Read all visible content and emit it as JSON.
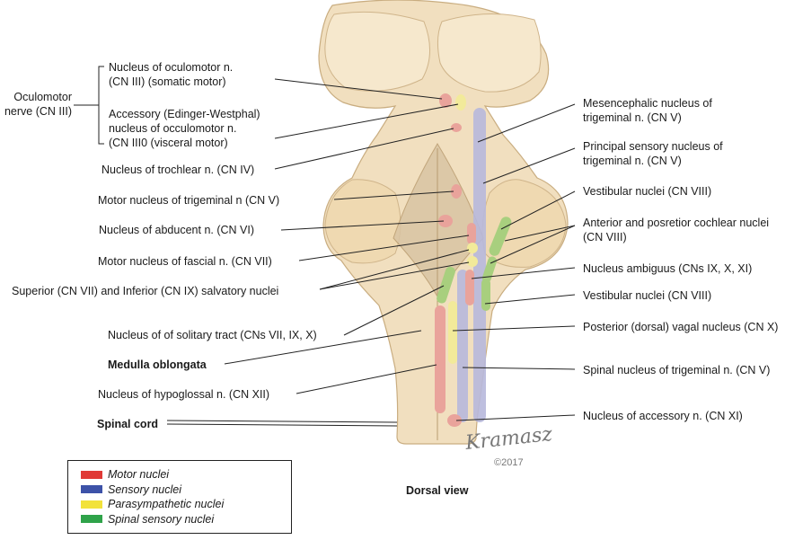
{
  "left_labels": [
    {
      "id": "oculomotor-group",
      "lines": [
        "Oculomotor",
        "nerve (CN III)"
      ],
      "bold": false
    },
    {
      "id": "oculomotor-somatic",
      "lines": [
        "Nucleus of oculomotor n.",
        "(CN III) (somatic motor)"
      ],
      "bold": false
    },
    {
      "id": "edinger-westphal",
      "lines": [
        "Accessory (Edinger-Westphal)",
        "nucleus of occulomotor n.",
        "(CN III0 (visceral motor)"
      ],
      "bold": false
    },
    {
      "id": "trochlear",
      "lines": [
        "Nucleus of trochlear n. (CN IV)"
      ],
      "bold": false
    },
    {
      "id": "motor-trigeminal",
      "lines": [
        "Motor nucleus of trigeminal n (CN V)"
      ],
      "bold": false
    },
    {
      "id": "abducent",
      "lines": [
        "Nucleus of abducent n. (CN VI)"
      ],
      "bold": false
    },
    {
      "id": "motor-facial",
      "lines": [
        "Motor nucleus of fascial n. (CN VII)"
      ],
      "bold": false
    },
    {
      "id": "salivatory",
      "lines": [
        "Superior (CN VII) and Inferior (CN IX) salvatory nuclei"
      ],
      "bold": false
    },
    {
      "id": "solitary",
      "lines": [
        "Nucleus of of solitary tract (CNs VII, IX, X)"
      ],
      "bold": false
    },
    {
      "id": "medulla",
      "lines": [
        "Medulla oblongata"
      ],
      "bold": true
    },
    {
      "id": "hypoglossal",
      "lines": [
        "Nucleus of hypoglossal n. (CN XII)"
      ],
      "bold": false
    },
    {
      "id": "spinal-cord",
      "lines": [
        "Spinal cord"
      ],
      "bold": true
    }
  ],
  "right_labels": [
    {
      "id": "mesencephalic",
      "lines": [
        "Mesencephalic nucleus of",
        "trigeminal n. (CN V)"
      ]
    },
    {
      "id": "principal-sensory",
      "lines": [
        "Principal sensory nucleus of",
        "trigeminal n. (CN V)"
      ]
    },
    {
      "id": "vestibular-1",
      "lines": [
        "Vestibular nuclei (CN VIII)"
      ]
    },
    {
      "id": "cochlear",
      "lines": [
        "Anterior and posretior cochlear nuclei",
        "(CN VIII)"
      ]
    },
    {
      "id": "ambiguus",
      "lines": [
        "Nucleus ambiguus (CNs IX, X, XI)"
      ]
    },
    {
      "id": "vestibular-2",
      "lines": [
        "Vestibular nuclei (CN VIII)"
      ]
    },
    {
      "id": "vagal",
      "lines": [
        "Posterior (dorsal) vagal nucleus (CN X)"
      ]
    },
    {
      "id": "spinal-trigeminal",
      "lines": [
        "Spinal nucleus of trigeminal n. (CN V)"
      ]
    },
    {
      "id": "accessory",
      "lines": [
        "Nucleus of accessory n. (CN XI)"
      ]
    }
  ],
  "legend": [
    {
      "label": "Motor nuclei",
      "color": "#e03a36"
    },
    {
      "label": "Sensory nuclei",
      "color": "#3d52a8"
    },
    {
      "label": "Parasympathetic nuclei",
      "color": "#f2e23a"
    },
    {
      "label": "Spinal sensory nuclei",
      "color": "#2fa34a"
    }
  ],
  "caption": "Dorsal view",
  "signature": "Kramasz",
  "copyright": "©2017",
  "colors": {
    "brainstem": "#f1dfbf",
    "brainstem_shade": "#dcc39a",
    "motor": "#e9a39b",
    "sensory": "#b7b8dc",
    "parasympathetic": "#f2ea9a",
    "spinal_sensory": "#a8cf7e"
  }
}
